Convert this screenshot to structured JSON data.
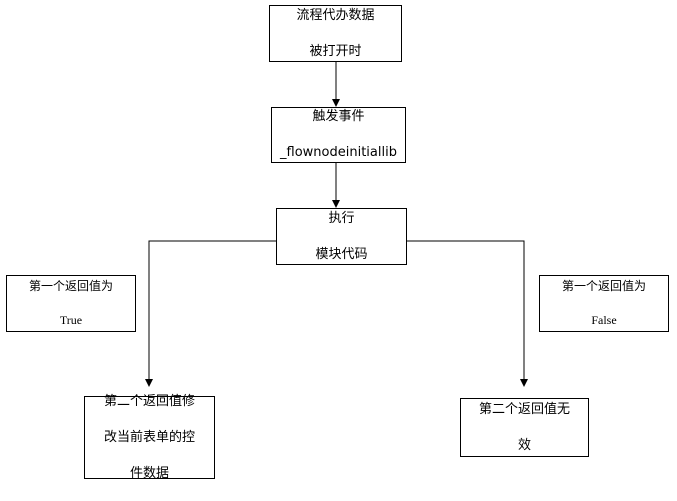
{
  "nodes": {
    "start": {
      "line1": "流程代办数据",
      "line2": "被打开时"
    },
    "trigger": {
      "line1": "触发事件",
      "line2": "_flownodeinitiallib"
    },
    "execute": {
      "line1": "执行",
      "line2": "模块代码"
    },
    "true_result": {
      "line1": "第二个返回值修",
      "line2": "改当前表单的控",
      "line3": "件数据"
    },
    "false_result": {
      "line1": "第二个返回值无",
      "line2": "效"
    }
  },
  "notes": {
    "true_note": {
      "line1": "第一个返回值为",
      "line2": "True"
    },
    "false_note": {
      "line1": "第一个返回值为",
      "line2": "False"
    }
  },
  "colors": {
    "stroke": "#000000",
    "background": "#ffffff"
  }
}
